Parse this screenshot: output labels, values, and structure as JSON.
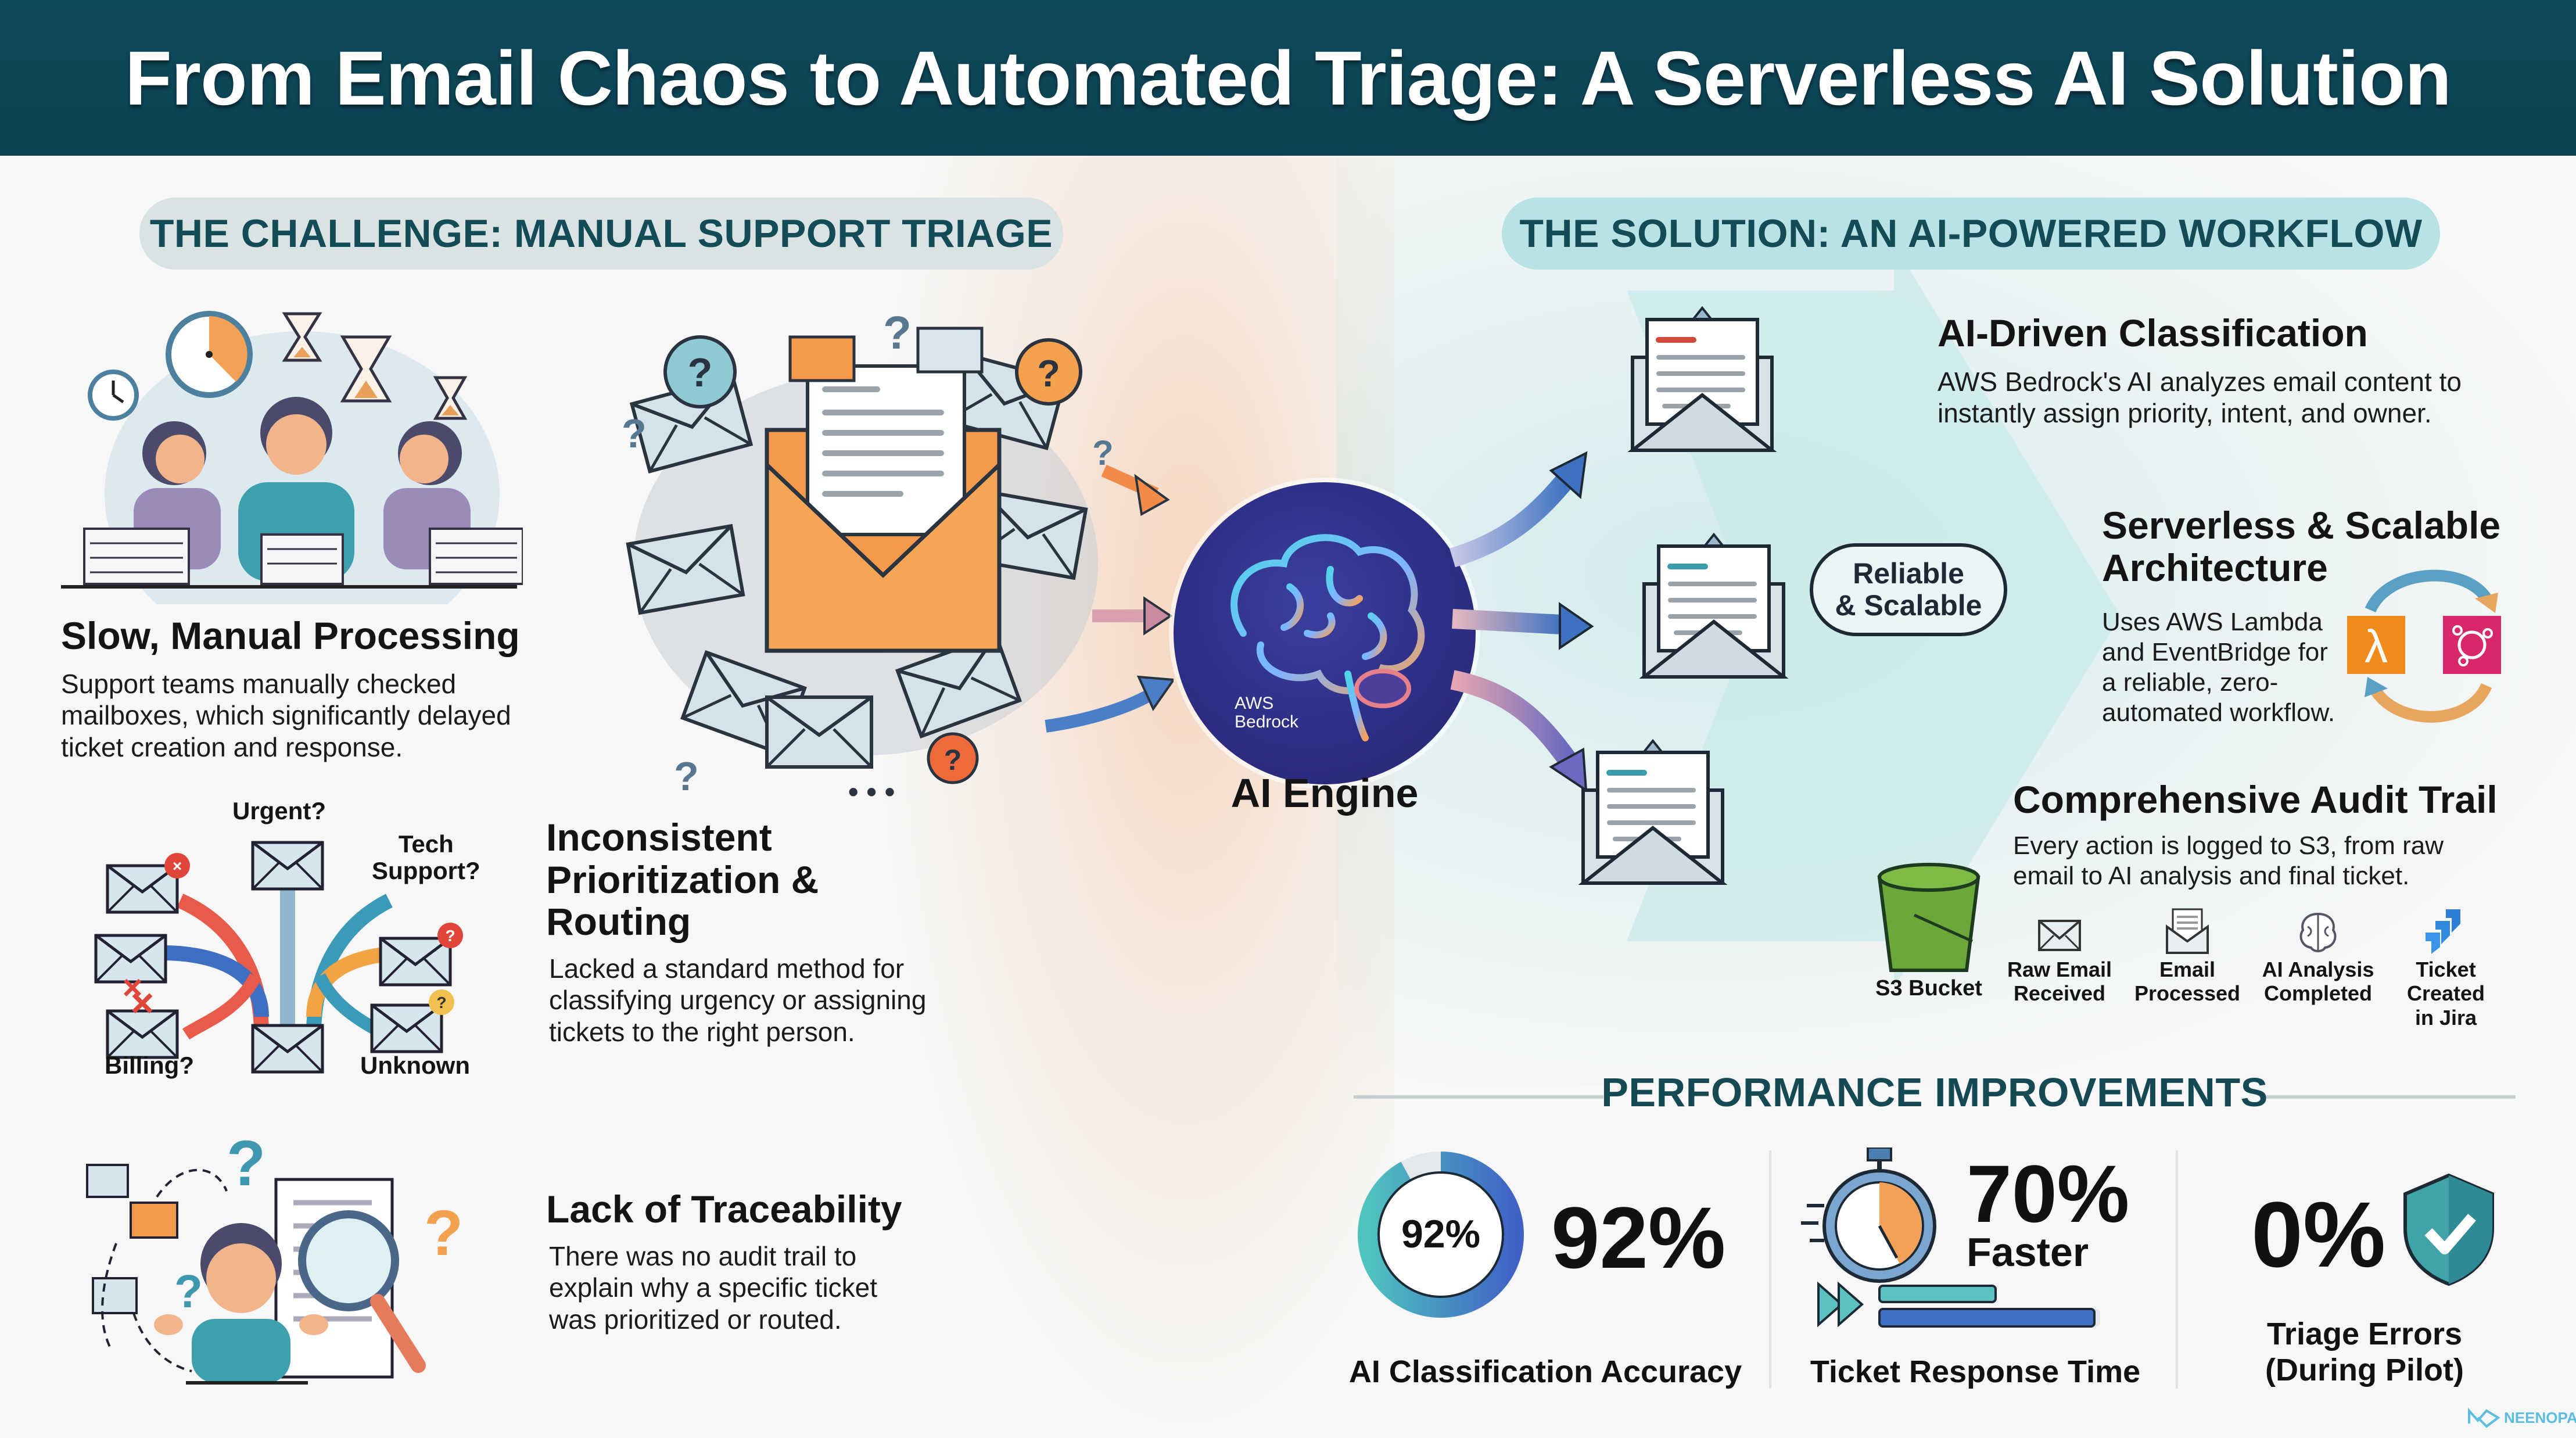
{
  "title": "From Email Chaos to Automated Triage: A Serverless AI Solution",
  "challenge": {
    "header": "THE CHALLENGE: MANUAL SUPPORT TRIAGE",
    "items": [
      {
        "title": "Slow, Manual Processing",
        "body": [
          "Support teams manually checked",
          "mailboxes, which significantly delayed",
          "ticket creation and response."
        ]
      },
      {
        "title_lines": [
          "Inconsistent",
          "Prioritization &",
          "Routing"
        ],
        "body": [
          "Lacked a standard method for",
          "classifying urgency or assigning",
          "tickets to the right person."
        ]
      },
      {
        "title": "Lack of Traceability",
        "body": [
          "There was no audit trail to",
          "explain why a specific ticket",
          "was prioritized or routed."
        ]
      }
    ],
    "routing_labels": {
      "urgent": "Urgent?",
      "tech_support": [
        "Tech",
        "Support?"
      ],
      "billing": "Billing?",
      "unknown": "Unknown"
    }
  },
  "engine": {
    "label": "AI Engine",
    "badge": [
      "AWS",
      "Bedrock"
    ]
  },
  "solution": {
    "header": "THE SOLUTION: AN AI-POWERED WORKFLOW",
    "bubble": [
      "Reliable",
      "& Scalable"
    ],
    "items": [
      {
        "title": "AI-Driven Classification",
        "body": [
          "AWS Bedrock's AI analyzes email content to",
          "instantly assign priority, intent, and owner."
        ]
      },
      {
        "title_lines": [
          "Serverless & Scalable",
          "Architecture"
        ],
        "body": [
          "Uses AWS Lambda",
          "and EventBridge for",
          "a reliable, zero-",
          "automated workflow."
        ]
      },
      {
        "title": "Comprehensive Audit Trail",
        "body": [
          "Every action is logged to S3, from raw",
          "email to AI analysis and final ticket."
        ]
      }
    ],
    "audit_steps": [
      {
        "icon": "envelope-icon",
        "label": [
          "Raw Email",
          "Received"
        ]
      },
      {
        "icon": "open-envelope-icon",
        "label": [
          "Email",
          "Processed"
        ]
      },
      {
        "icon": "brain-icon",
        "label": [
          "AI Analysis",
          "Completed"
        ]
      },
      {
        "icon": "jira-icon",
        "label": [
          "Ticket",
          "Created",
          "in Jira"
        ]
      }
    ],
    "bucket_label": "S3 Bucket"
  },
  "performance": {
    "title": "PERFORMANCE IMPROVEMENTS",
    "metrics": [
      {
        "ring_value": "92%",
        "value": "92%",
        "fraction": 0.92,
        "label": "AI Classification Accuracy"
      },
      {
        "value": "70%",
        "sub": "Faster",
        "label": "Ticket Response Time"
      },
      {
        "value": "0%",
        "label_lines": [
          "Triage Errors",
          "(During Pilot)"
        ]
      }
    ]
  },
  "brand": "NEENOPAL",
  "colors": {
    "header_bg": "#0f4a5c",
    "teal": "#3fb7b7",
    "orange": "#f39a4a",
    "blue": "#3a6fc4",
    "lambda": "#f08a1c",
    "eventbridge": "#d6286a",
    "s3": "#6aa83a"
  }
}
